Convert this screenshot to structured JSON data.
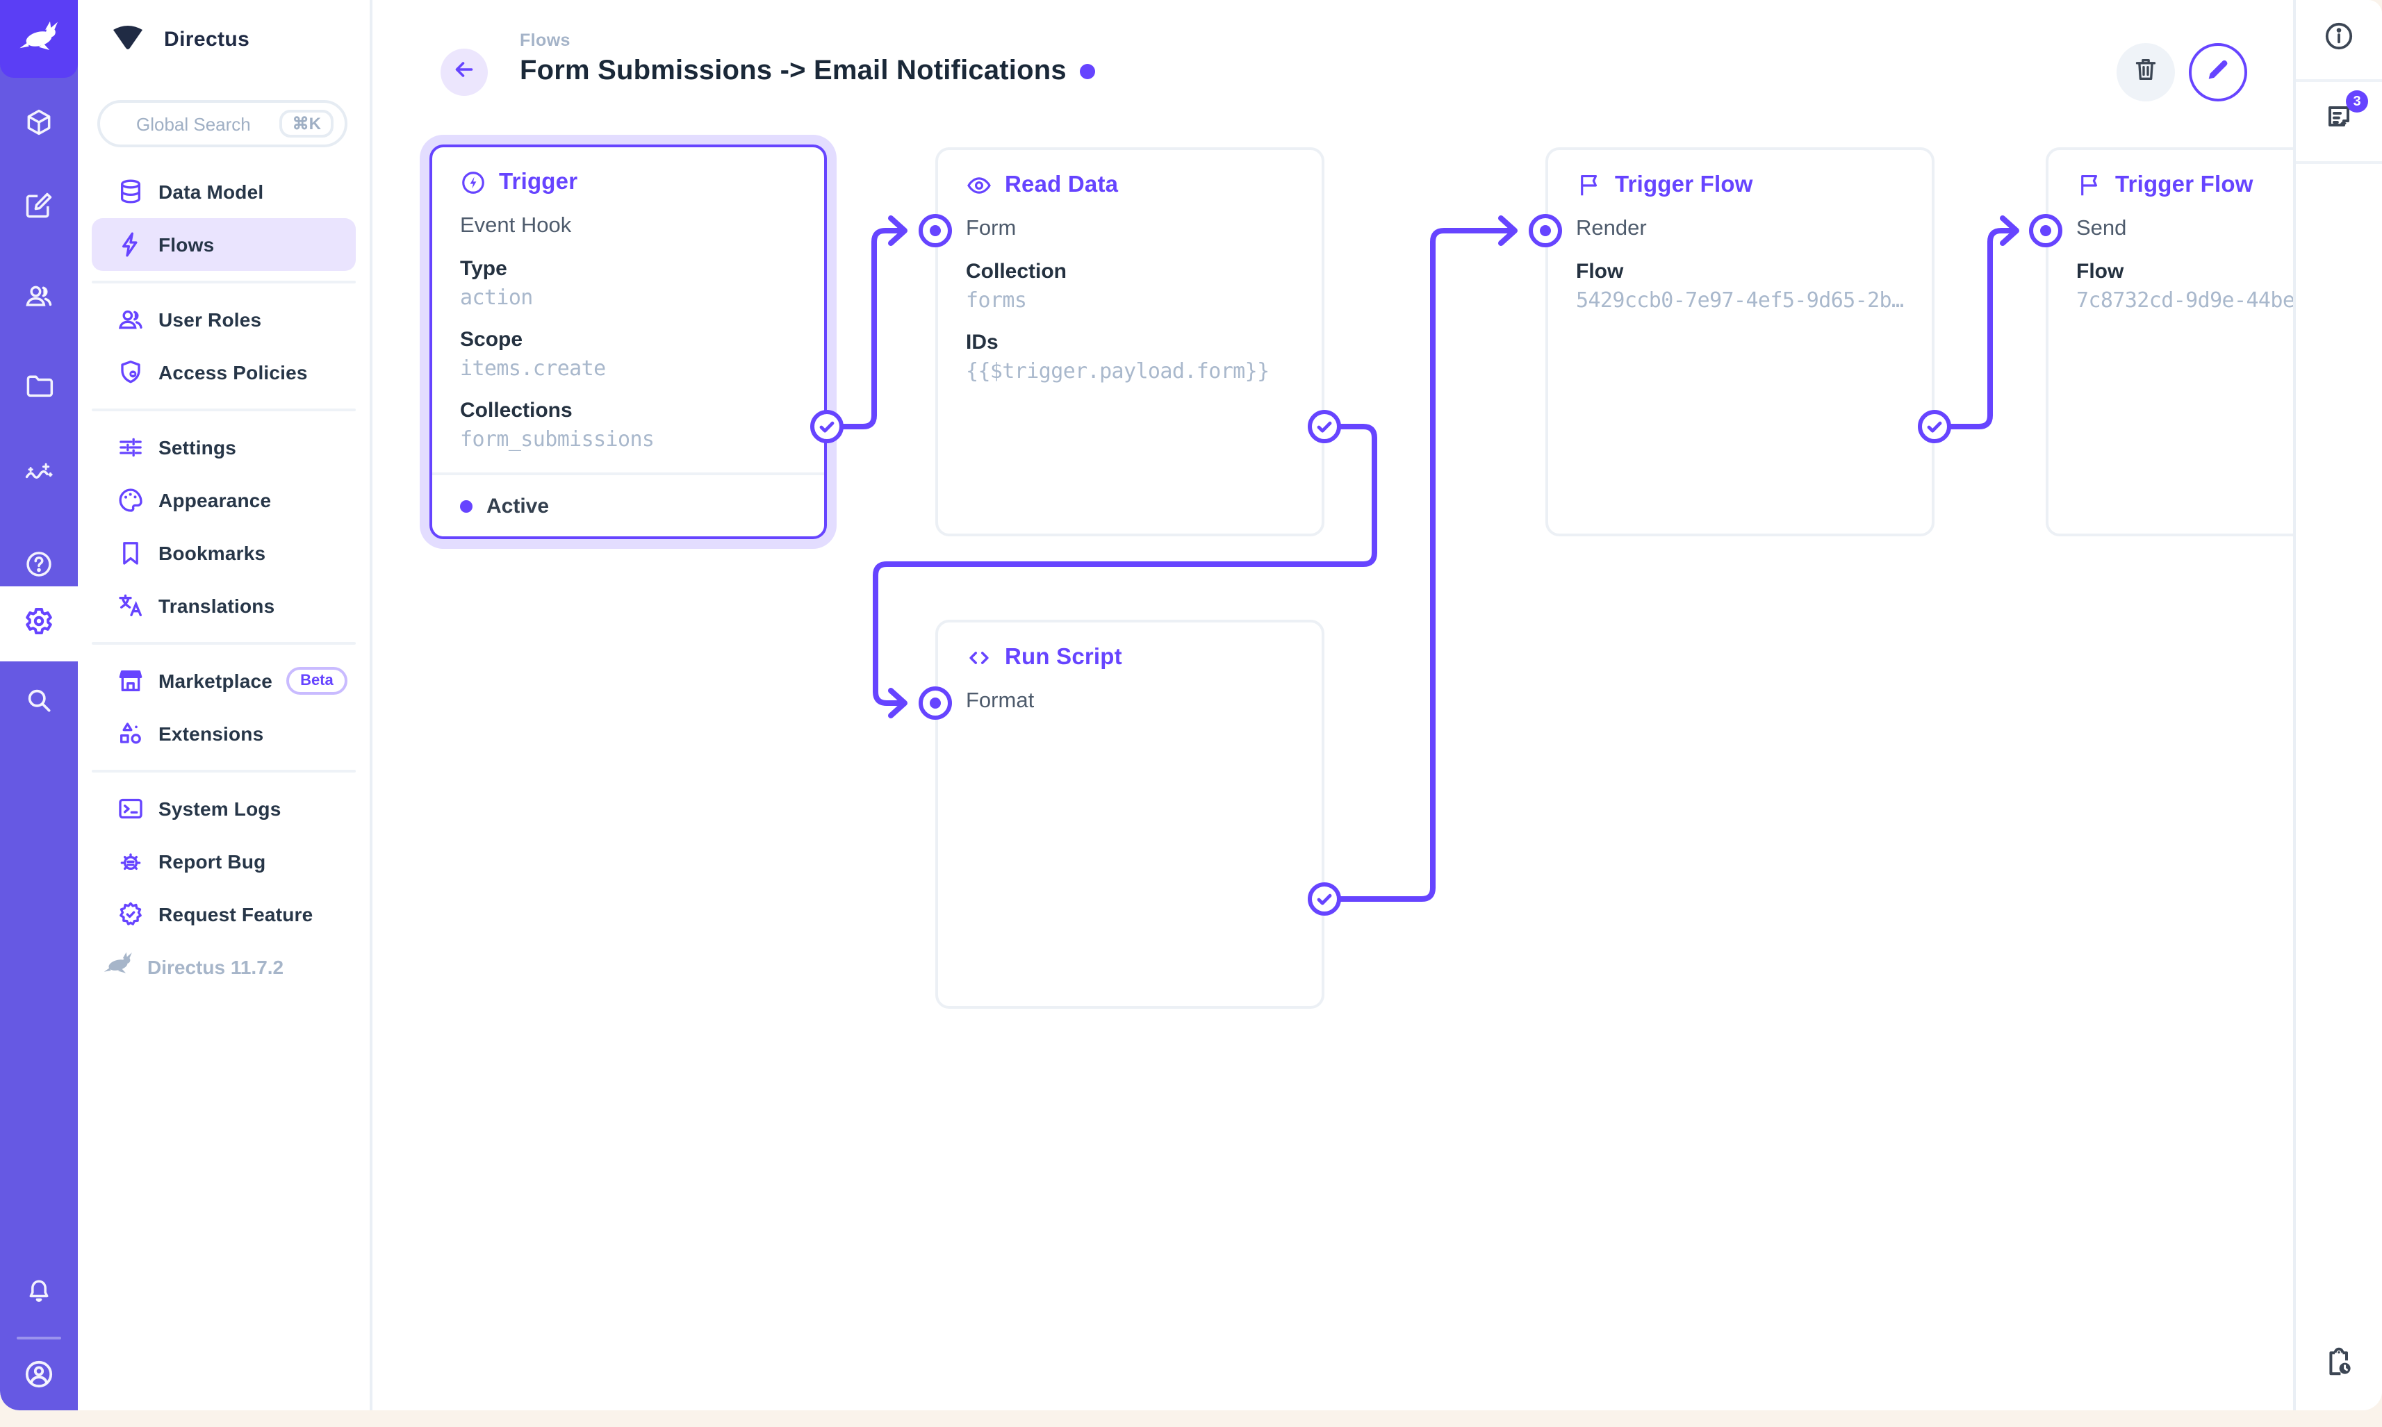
{
  "colors": {
    "accent": "#6644FF",
    "module_bar": "#6659E3",
    "logo_tile": "#5B3EF5",
    "selected_halo": "rgba(102,68,255,0.18)"
  },
  "module_bar": {
    "icons": [
      "directus-rabbit",
      "cube",
      "edit-square",
      "people",
      "folder",
      "insights-wave",
      "help-circle",
      "gear",
      "magnifier",
      "bell",
      "account-circle"
    ]
  },
  "sidebar": {
    "project_name": "Directus",
    "search": {
      "placeholder": "Global Search",
      "shortcut": "⌘K"
    },
    "items": [
      {
        "label": "Data Model",
        "icon": "database-icon"
      },
      {
        "label": "Flows",
        "icon": "bolt-icon",
        "active": true
      },
      {
        "label": "User Roles",
        "icon": "people-icon"
      },
      {
        "label": "Access Policies",
        "icon": "shield-icon"
      },
      {
        "label": "Settings",
        "icon": "tune-icon"
      },
      {
        "label": "Appearance",
        "icon": "palette-icon"
      },
      {
        "label": "Bookmarks",
        "icon": "bookmark-icon"
      },
      {
        "label": "Translations",
        "icon": "translate-icon"
      },
      {
        "label": "Marketplace",
        "icon": "storefront-icon",
        "badge": "Beta"
      },
      {
        "label": "Extensions",
        "icon": "extension-icon"
      },
      {
        "label": "System Logs",
        "icon": "terminal-icon"
      },
      {
        "label": "Report Bug",
        "icon": "bug-icon"
      },
      {
        "label": "Request Feature",
        "icon": "badge-check-icon"
      }
    ],
    "version": "Directus 11.7.2"
  },
  "header": {
    "breadcrumb": "Flows",
    "title": "Form Submissions -> Email Notifications"
  },
  "right_rail": {
    "notices_count": "3"
  },
  "flow": {
    "panels": {
      "trigger": {
        "title": "Trigger",
        "name": "Event Hook",
        "status": "Active",
        "fields": [
          {
            "label": "Type",
            "value": "action"
          },
          {
            "label": "Scope",
            "value": "items.create"
          },
          {
            "label": "Collections",
            "value": "form_submissions"
          }
        ]
      },
      "read_data": {
        "title": "Read Data",
        "name": "Form",
        "fields": [
          {
            "label": "Collection",
            "value": "forms"
          },
          {
            "label": "IDs",
            "value": "{{$trigger.payload.form}}"
          }
        ]
      },
      "run_script": {
        "title": "Run Script",
        "name": "Format",
        "fields": []
      },
      "trigger_flow_render": {
        "title": "Trigger Flow",
        "name": "Render",
        "fields": [
          {
            "label": "Flow",
            "value": "5429ccb0-7e97-4ef5-9d65-2b…"
          }
        ]
      },
      "trigger_flow_send": {
        "title": "Trigger Flow",
        "name": "Send",
        "fields": [
          {
            "label": "Flow",
            "value": "7c8732cd-9d9e-44be"
          }
        ]
      }
    }
  }
}
